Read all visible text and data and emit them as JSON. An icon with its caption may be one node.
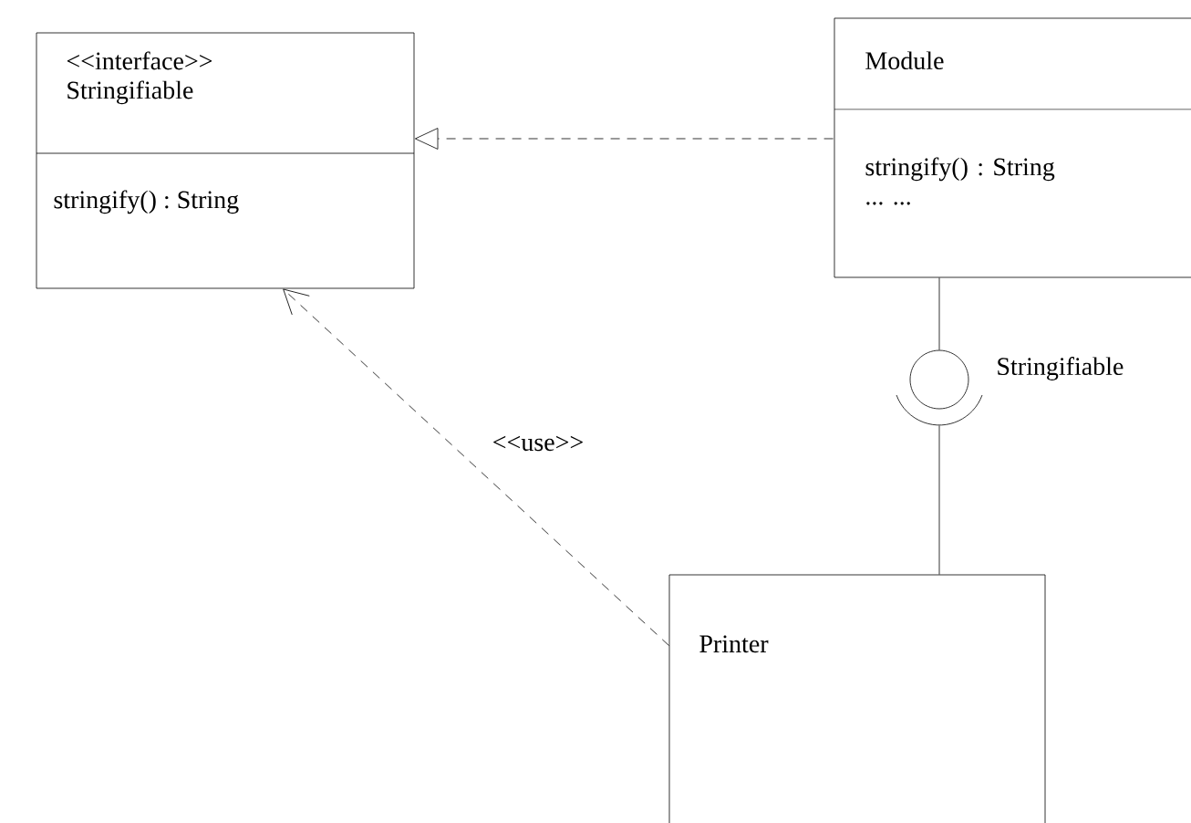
{
  "diagram": {
    "nodes": [
      {
        "text": [
          "<<interface>> Stringifiable",
          "stringify() : String"
        ]
      },
      {
        "text": [
          "Module",
          "stringify() : String ... ..."
        ]
      },
      {
        "text": [
          "Printer"
        ]
      },
      {
        "text": [],
        "shape": "circle",
        "beside": [
          "Stringifiable"
        ]
      },
      {
        "text": [],
        "shape": "arc"
      }
    ],
    "edges": [
      {
        "from": 1,
        "to": 0,
        "arrow": "to",
        "style": "dashed"
      },
      {
        "from": 2,
        "to": 0,
        "arrow": "to",
        "style": "dashed",
        "label": "<<use>>"
      },
      {
        "from": 1,
        "to": 3,
        "arrow": "none"
      },
      {
        "from": 4,
        "to": 2,
        "arrow": "none"
      }
    ]
  }
}
